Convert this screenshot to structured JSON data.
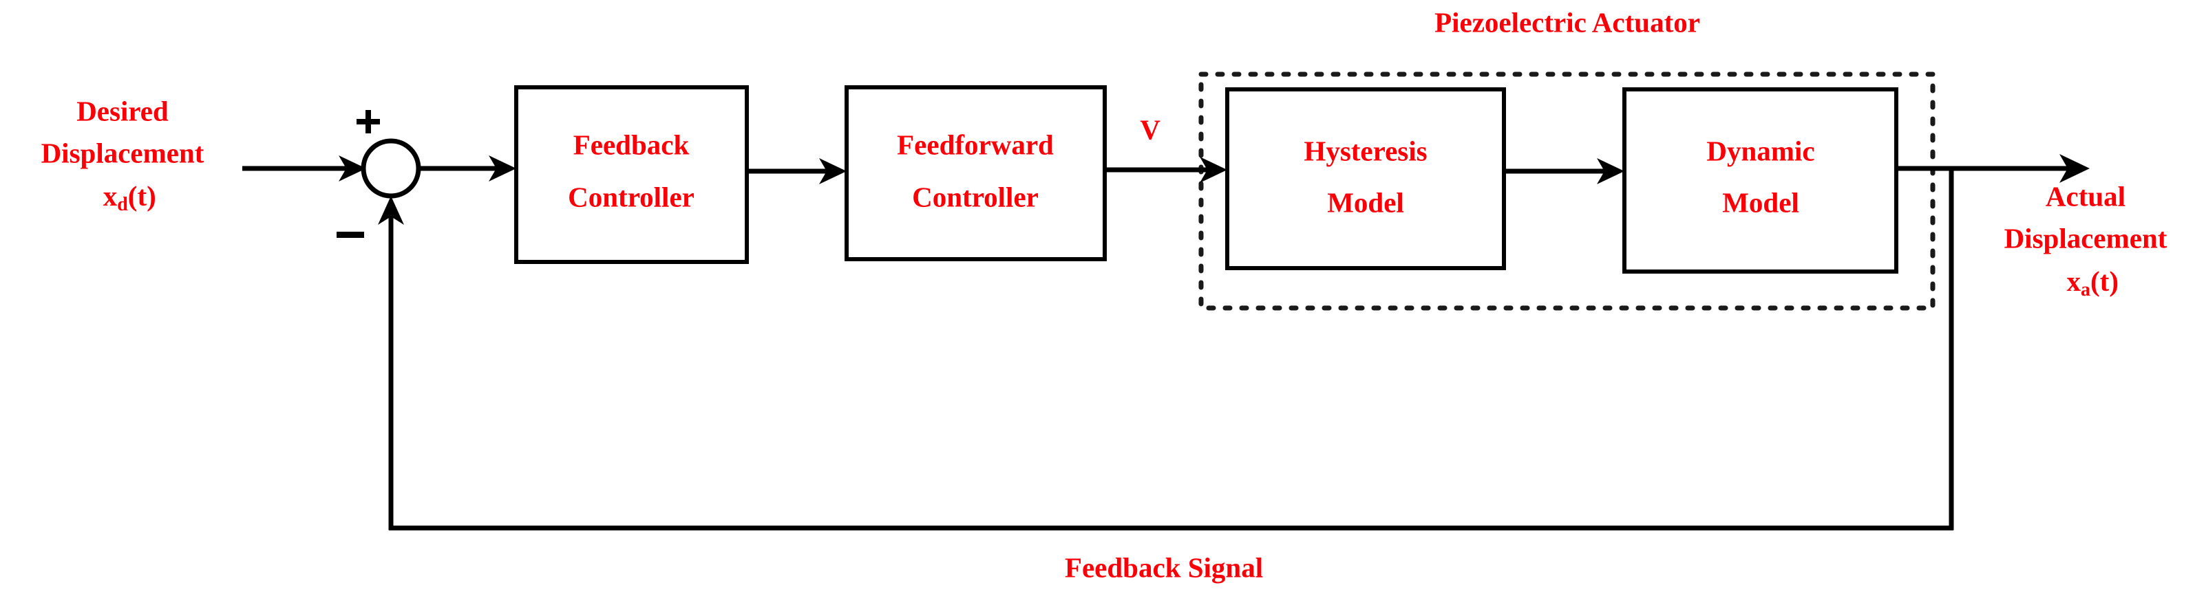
{
  "diagram": {
    "title": "Feedforward-feedback control block diagram of a piezoelectric actuator",
    "colors": {
      "label_red": "#fb0007",
      "line_black": "#000000",
      "background": "#ffffff"
    },
    "input_label": {
      "line1": "Desired",
      "line2": "Displacement",
      "line3_base": "x",
      "line3_sub": "d",
      "line3_tail": "(t)"
    },
    "output_label": {
      "line1": "Actual",
      "line2": "Displacement",
      "line3_base": "x",
      "line3_sub": "a",
      "line3_tail": "(t)"
    },
    "summing_junction": {
      "plus": "+",
      "minus": "−"
    },
    "blocks": [
      {
        "id": "feedback-controller",
        "line1": "Feedback",
        "line2": "Controller"
      },
      {
        "id": "feedforward-controller",
        "line1": "Feedforward",
        "line2": "Controller"
      },
      {
        "id": "hysteresis-model",
        "line1": "Hysteresis",
        "line2": "Model"
      },
      {
        "id": "dynamic-model",
        "line1": "Dynamic",
        "line2": "Model"
      }
    ],
    "group_label": "Piezoelectric Actuator",
    "voltage_label": "V",
    "feedback_label": "Feedback Signal"
  }
}
